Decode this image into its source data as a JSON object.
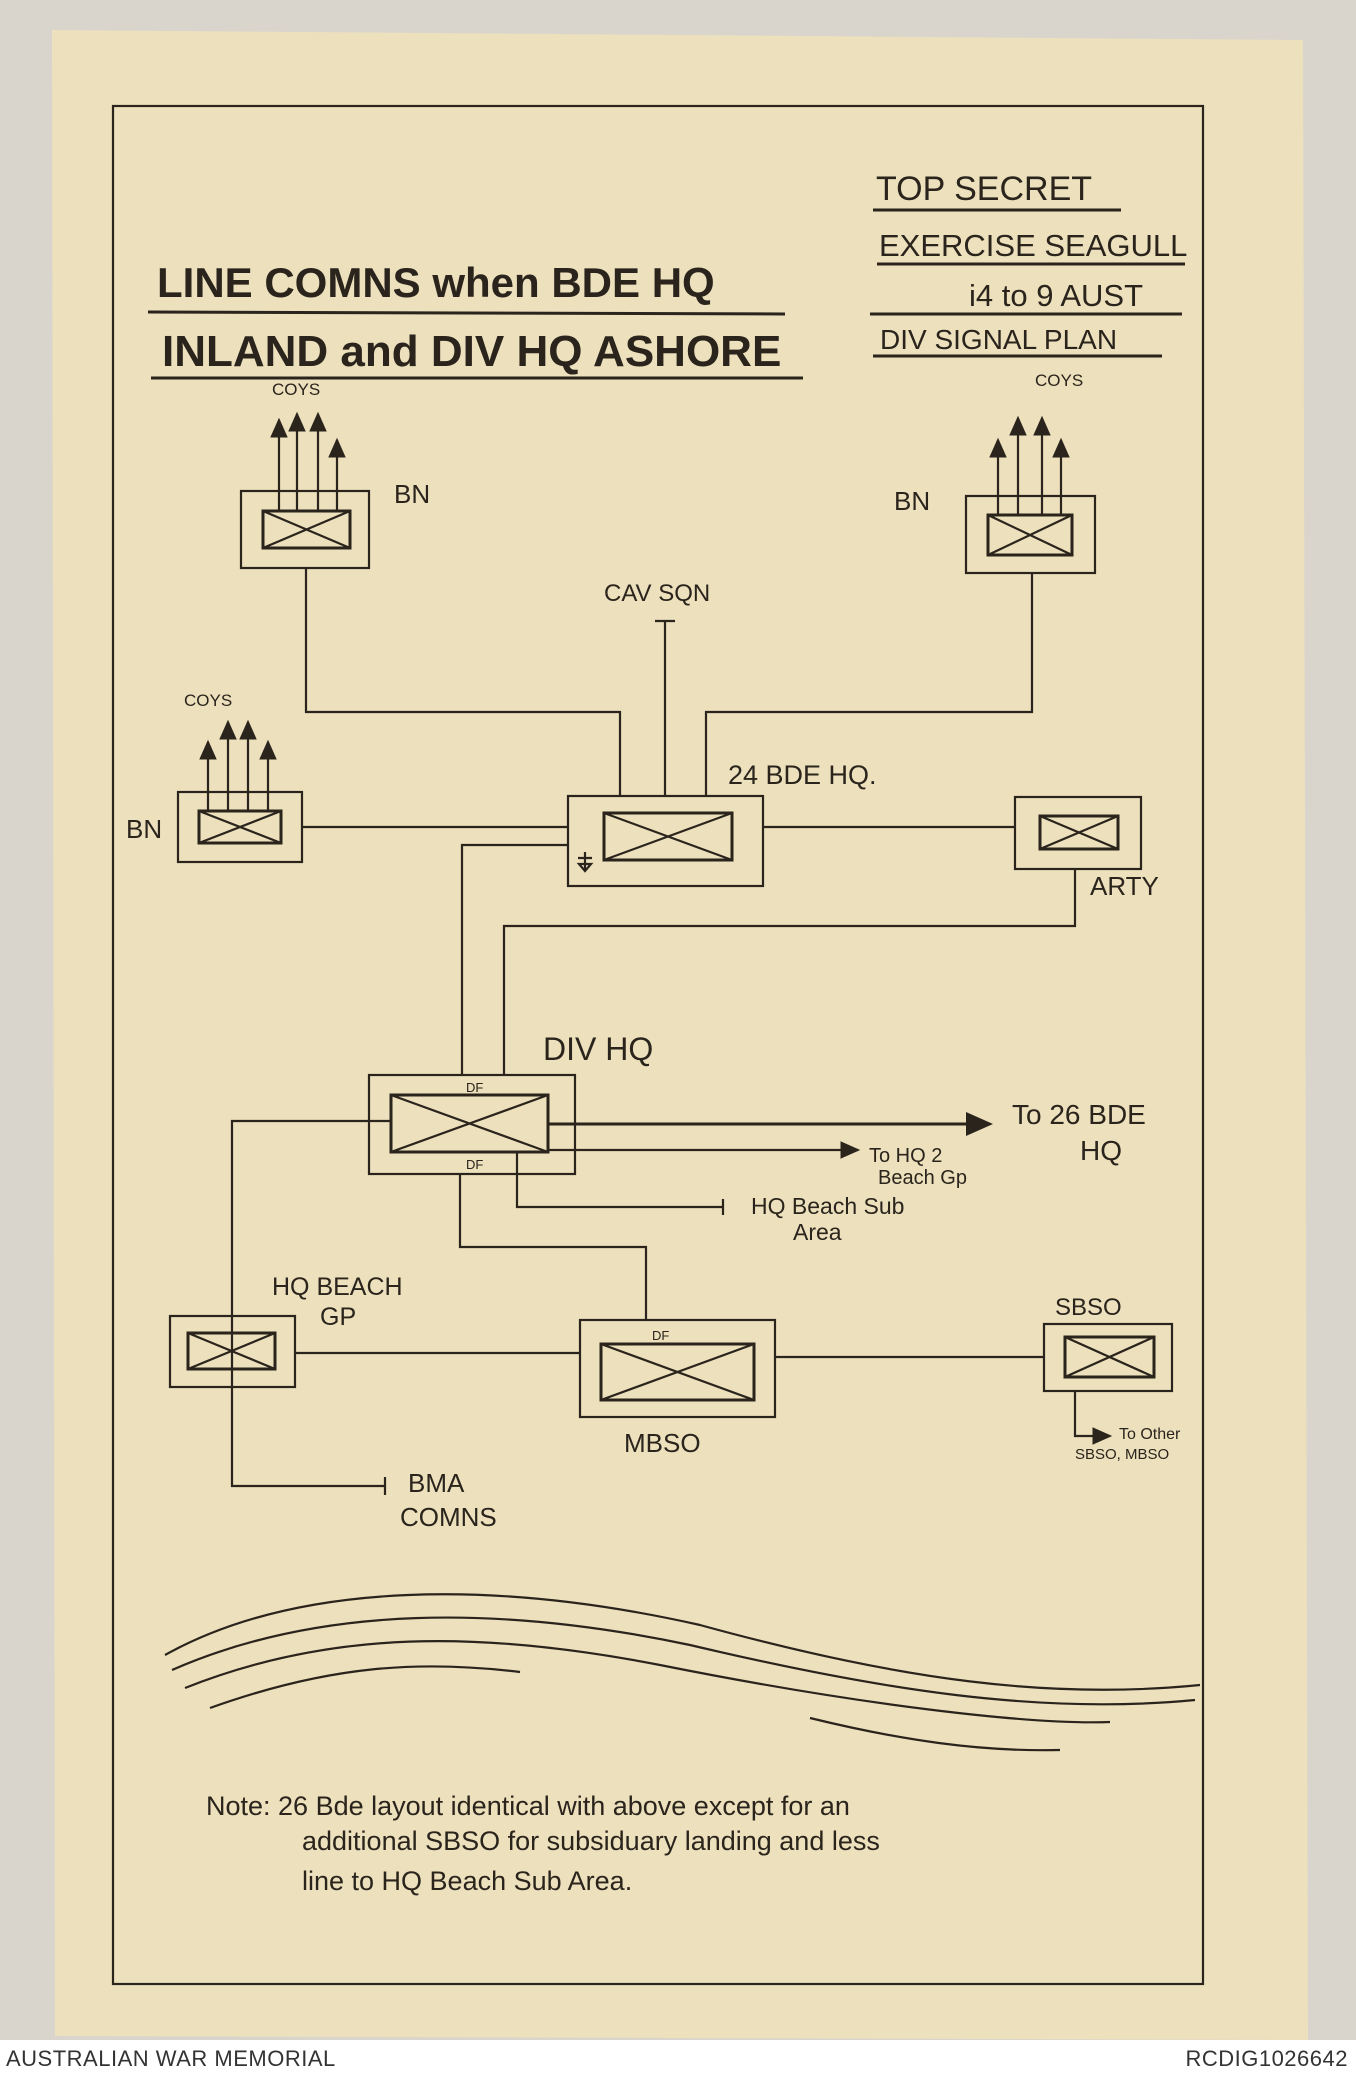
{
  "document": {
    "title_line1": "LINE COMNS when BDE HQ",
    "title_line2": "INLAND and DIV HQ ASHORE",
    "classification": "TOP SECRET",
    "exercise": "EXERCISE SEAGULL",
    "dates": "i4 to 9 AUST",
    "plan": "DIV SIGNAL PLAN"
  },
  "diagram": {
    "coys_left_top": "COYS",
    "coys_right_top": "COYS",
    "coys_left_mid": "COYS",
    "bn_left_top": "BN",
    "bn_right_top": "BN",
    "bn_left_mid": "BN",
    "cav_sqn": "CAV SQN",
    "bde_hq_24": "24 BDE HQ.",
    "arty": "ARTY",
    "div_hq": "DIV HQ",
    "to_26_bde_line1": "To 26 BDE",
    "to_26_bde_line2": "HQ",
    "to_hq2_line1": "To HQ 2",
    "to_hq2_line2": "Beach Gp",
    "hq_beach_sub_line1": "HQ Beach Sub",
    "hq_beach_sub_line2": "Area",
    "hq_beach_gp_line1": "HQ BEACH",
    "hq_beach_gp_line2": "GP",
    "mbso": "MBSO",
    "sbso": "SBSO",
    "to_other_line1": "To Other",
    "to_other_line2": "SBSO, MBSO",
    "bma_line1": "BMA",
    "bma_line2": "COMNS",
    "df_label": "DF"
  },
  "note": {
    "line1": "Note: 26 Bde layout identical with above except for an",
    "line2": "additional SBSO for subsiduary landing and less",
    "line3": "line to HQ Beach Sub Area."
  },
  "footer": {
    "left": "AUSTRALIAN WAR MEMORIAL",
    "right": "RCDIG1026642"
  },
  "colors": {
    "paper": "#ece0bd",
    "ink": "#2a241c"
  }
}
